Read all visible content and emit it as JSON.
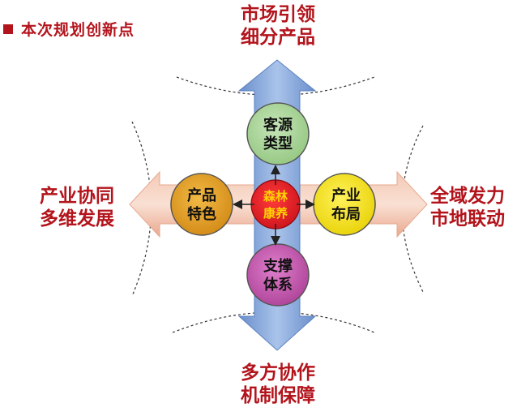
{
  "header": {
    "title": "本次规划创新点"
  },
  "directions": {
    "top": {
      "line1": "市场引领",
      "line2": "细分产品"
    },
    "bottom": {
      "line1": "多方协作",
      "line2": "机制保障"
    },
    "left": {
      "line1": "产业协同",
      "line2": "多维发展"
    },
    "right": {
      "line1": "全域发力",
      "line2": "市地联动"
    }
  },
  "nodes": {
    "center": {
      "line1": "森林",
      "line2": "康养",
      "color": "#e5191b",
      "text_color": "#ffd400"
    },
    "top": {
      "line1": "客源",
      "line2": "类型",
      "color": "#a9d49a"
    },
    "left": {
      "line1": "产品",
      "line2": "特色",
      "color": "#e4a021"
    },
    "right": {
      "line1": "产业",
      "line2": "布局",
      "color": "#f5e11a"
    },
    "bottom": {
      "line1": "支撑",
      "line2": "体系",
      "color": "#c55ab0"
    }
  },
  "colors": {
    "vertical_arrow": "#7c9fd6",
    "horizontal_arrow": "#f0b7a1",
    "accent": "#b3141c"
  }
}
